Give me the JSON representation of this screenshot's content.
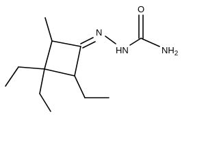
{
  "molecule": {
    "atoms": [
      {
        "id": "n_imine",
        "label": "N"
      },
      {
        "id": "n_hydrazide",
        "label": "HN"
      },
      {
        "id": "o_carbonyl",
        "label": "O"
      },
      {
        "id": "n_amide",
        "label": "NH",
        "sub": "2"
      }
    ],
    "bond_color": "#000000",
    "label_color": "#000000"
  }
}
